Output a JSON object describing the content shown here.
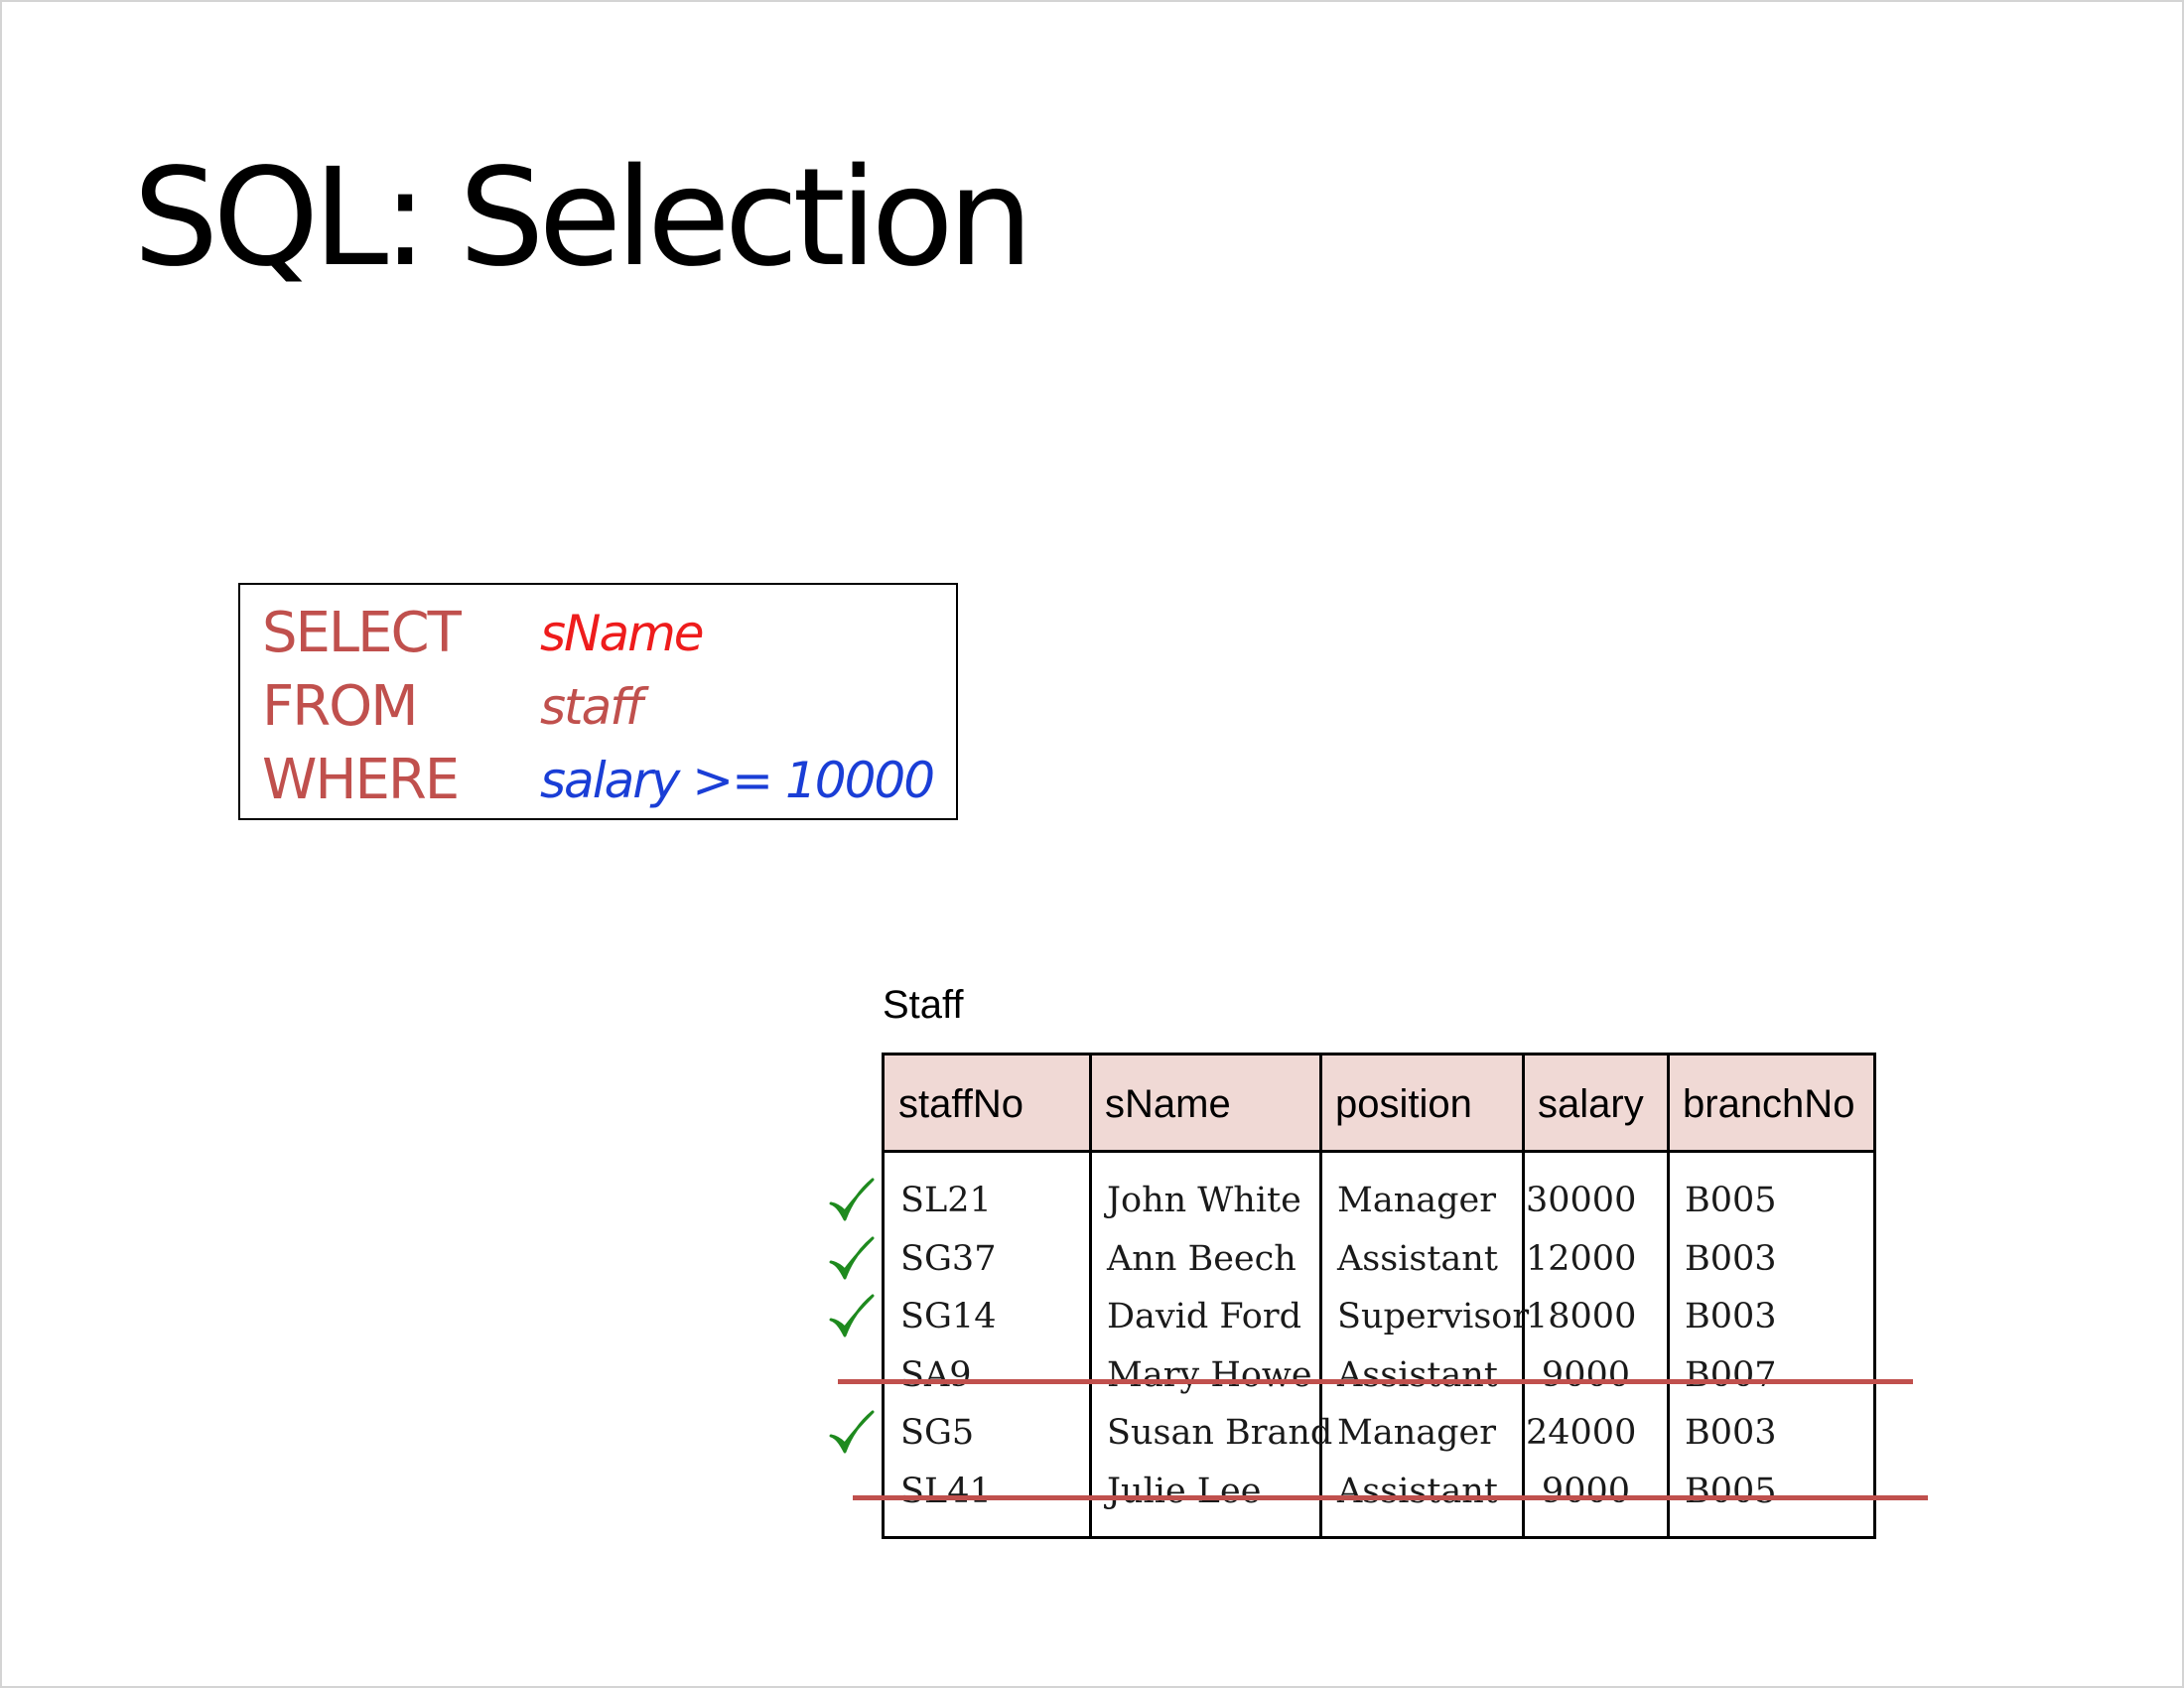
{
  "slide": {
    "title": "SQL: Selection"
  },
  "query": {
    "select_kw": "SELECT",
    "select_arg": "sName",
    "from_kw": "FROM",
    "from_arg": "staff",
    "where_kw": "WHERE",
    "where_arg": "salary >= 10000",
    "colors": {
      "keyword": "#c0504d",
      "select_arg": "#ee1c1c",
      "from_arg": "#c0504d",
      "where_arg": "#1a3ed6"
    }
  },
  "table": {
    "caption": "Staff",
    "headers": [
      "staffNo",
      "sName",
      "position",
      "salary",
      "branchNo"
    ],
    "rows": [
      {
        "cells": [
          "SL21",
          "John White",
          "Manager",
          "30000",
          "B005"
        ],
        "selected": true
      },
      {
        "cells": [
          "SG37",
          "Ann Beech",
          "Assistant",
          "12000",
          "B003"
        ],
        "selected": true
      },
      {
        "cells": [
          "SG14",
          "David Ford",
          "Supervisor",
          "18000",
          "B003"
        ],
        "selected": true
      },
      {
        "cells": [
          "SA9",
          "Mary Howe",
          "Assistant",
          "9000",
          "B007"
        ],
        "selected": false
      },
      {
        "cells": [
          "SG5",
          "Susan Brand",
          "Manager",
          "24000",
          "B003"
        ],
        "selected": true
      },
      {
        "cells": [
          "SL41",
          "Julie Lee",
          "Assistant",
          "9000",
          "B005"
        ],
        "selected": false
      }
    ],
    "colors": {
      "header_bg": "#f0d9d5",
      "check": "#1e8a1e",
      "strike": "#c0504d"
    },
    "selected_icon": "check-icon",
    "rejected_icon": "strikethrough-line"
  }
}
